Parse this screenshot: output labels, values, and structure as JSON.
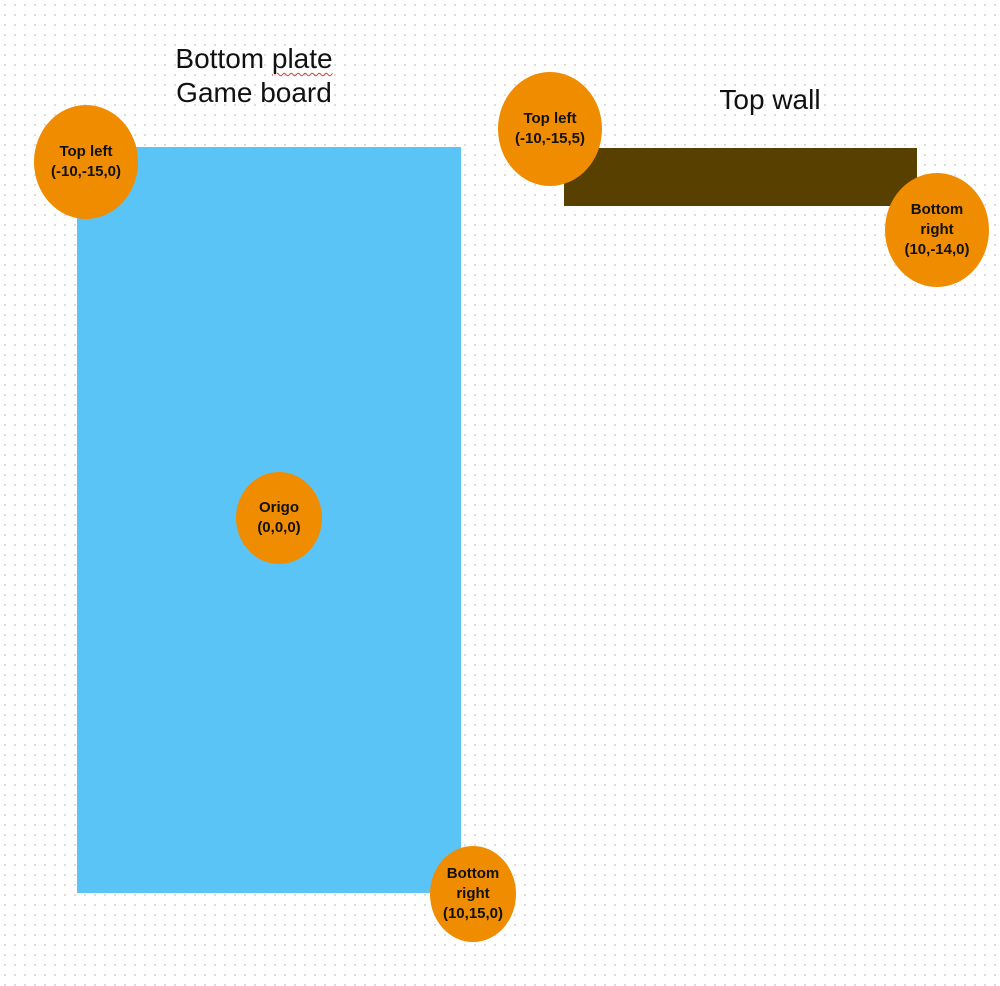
{
  "bottom_plate": {
    "title_line1_word1": "Bottom",
    "title_line1_word2": "plate",
    "title_line2": "Game board",
    "color": "#5bc4f6",
    "markers": {
      "top_left": {
        "label": "Top left",
        "coords": "(-10,-15,0)"
      },
      "origin": {
        "label": "Origo",
        "coords": "(0,0,0)"
      },
      "bottom_right": {
        "label_line1": "Bottom",
        "label_line2": "right",
        "coords": "(10,15,0)"
      }
    }
  },
  "top_wall": {
    "title": "Top wall",
    "color": "#574000",
    "markers": {
      "top_left": {
        "label": "Top left",
        "coords": "(-10,-15,5)"
      },
      "bottom_right": {
        "label_line1": "Bottom",
        "label_line2": "right",
        "coords": "(10,-14,0)"
      }
    }
  },
  "marker_color": "#f08c00"
}
